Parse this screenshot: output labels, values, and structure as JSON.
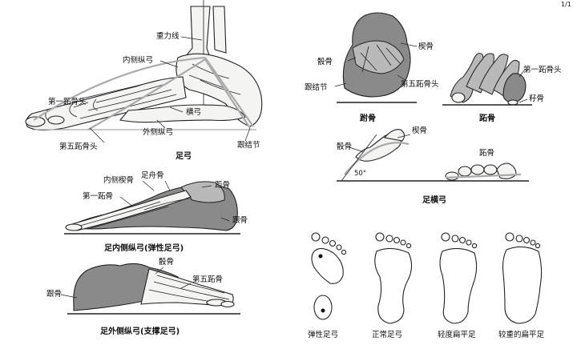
{
  "corner_mark": "1/1",
  "arch_overview": {
    "caption": "足弓",
    "labels": {
      "gravity_line": "重力线",
      "medial_longitudinal": "内侧纵弓",
      "first_metatarsal_head": "第一跖骨头",
      "transverse": "横弓",
      "lateral_longitudinal": "外侧纵弓",
      "fifth_metatarsal_head": "第五跖骨头",
      "calcaneal_tuberosity": "跟结节"
    }
  },
  "medial_arch": {
    "caption": "足内侧纵弓(弹性足弓)",
    "labels": {
      "medial_cuneiform": "内侧楔骨",
      "navicular": "足舟骨",
      "talus": "距骨",
      "first_metatarsal": "第一跖骨",
      "calcaneus": "跟骨"
    }
  },
  "lateral_arch": {
    "caption": "足外侧纵弓(支撑足弓)",
    "labels": {
      "cuboid": "骰骨",
      "fifth_metatarsal": "第五跖骨",
      "calcaneus": "跟骨"
    }
  },
  "transverse_arch": {
    "caption": "足横弓",
    "top_left": {
      "sublabel": "跗骨",
      "labels": {
        "cuneiform": "楔骨",
        "cuboid": "骰骨",
        "calcaneal_tuberosity": "跟结节",
        "fifth_metatarsal_head": "第五跖骨头"
      }
    },
    "top_right": {
      "sublabel": "跖骨",
      "labels": {
        "first_metatarsal_head": "第一跖骨头",
        "sesamoid": "籽骨"
      }
    },
    "bottom": {
      "labels": {
        "cuneiform": "楔骨",
        "cuboid": "骰骨",
        "metatarsal": "跖骨",
        "angle": "50°"
      }
    }
  },
  "footprints": [
    {
      "label": "弹性足弓"
    },
    {
      "label": "正常足弓"
    },
    {
      "label": "轻度扁平足"
    },
    {
      "label": "较重的扁平足"
    }
  ]
}
